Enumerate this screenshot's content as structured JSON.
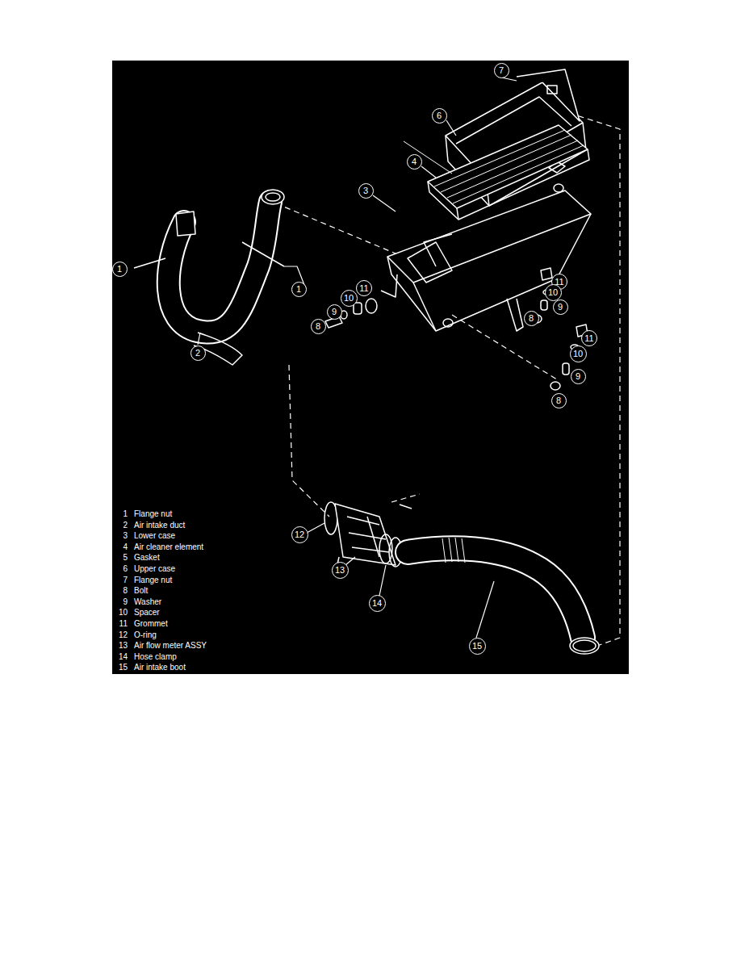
{
  "diagram": {
    "nodes": [
      {
        "text": [
          "7"
        ]
      },
      {
        "text": [
          "6"
        ]
      },
      {
        "text": [
          "4"
        ]
      },
      {
        "text": [
          "3"
        ]
      },
      {
        "text": [
          "1"
        ]
      },
      {
        "text": [
          "11"
        ]
      },
      {
        "text": [
          "11"
        ]
      },
      {
        "text": [
          "1"
        ]
      },
      {
        "text": [
          "10"
        ]
      },
      {
        "text": [
          "10"
        ]
      },
      {
        "text": [
          "9"
        ]
      },
      {
        "text": [
          "9"
        ]
      },
      {
        "text": [
          "8"
        ]
      },
      {
        "text": [
          "8"
        ]
      },
      {
        "text": [
          "11"
        ]
      },
      {
        "text": [
          "10"
        ]
      },
      {
        "text": [
          "2"
        ]
      },
      {
        "text": [
          "9"
        ]
      },
      {
        "text": [
          "8"
        ]
      },
      {
        "text": [
          "12"
        ]
      },
      {
        "text": [
          "13"
        ]
      },
      {
        "text": [
          "14"
        ]
      },
      {
        "text": [
          "15"
        ]
      }
    ],
    "labels": [
      "1",
      "Flange nut",
      "2",
      "Air intake duct",
      "3",
      "Lower case",
      "4",
      "Air cleaner element",
      "5",
      "Gasket",
      "6",
      "Upper case",
      "7",
      "Flange nut",
      "8",
      "Bolt",
      "9",
      "Washer",
      "10",
      "Spacer",
      "11",
      "Grommet",
      "12",
      "O-ring",
      "13",
      "Air flow meter ASSY",
      "14",
      "Hose clamp",
      "15",
      "Air intake boot"
    ]
  }
}
